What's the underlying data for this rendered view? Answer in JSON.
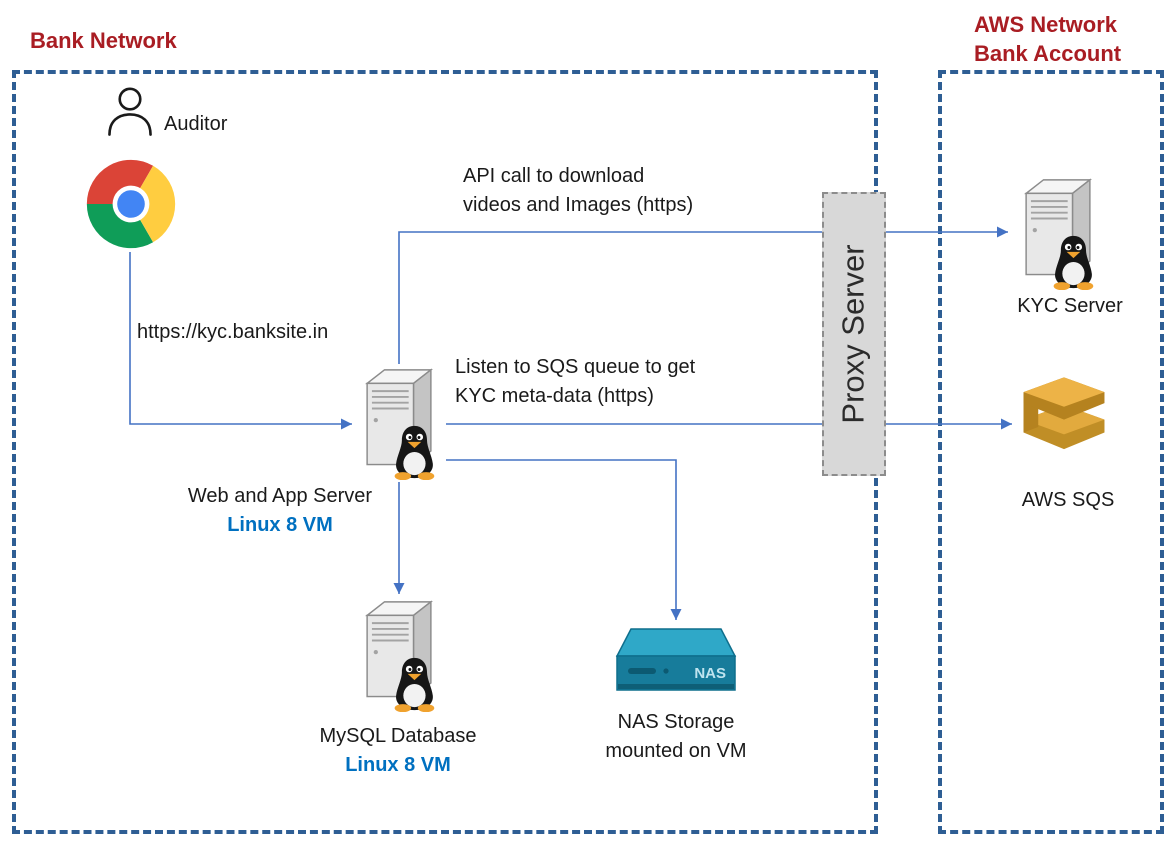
{
  "zones": {
    "bank_network": {
      "title": "Bank Network"
    },
    "aws_network": {
      "title_line1": "AWS Network",
      "title_line2": "Bank Account"
    }
  },
  "nodes": {
    "auditor": {
      "label": "Auditor"
    },
    "web_app_server": {
      "label": "Web and App Server",
      "sublabel": "Linux 8 VM"
    },
    "mysql_db": {
      "label": "MySQL Database",
      "sublabel": "Linux 8 VM"
    },
    "nas": {
      "label_line1": "NAS Storage",
      "label_line2": "mounted on VM",
      "device_text": "NAS"
    },
    "proxy": {
      "label": "Proxy Server"
    },
    "kyc_server": {
      "label": "KYC Server"
    },
    "aws_sqs": {
      "label": "AWS SQS"
    }
  },
  "flows": {
    "browser_to_server": {
      "label": "https://kyc.banksite.in"
    },
    "api_download": {
      "line1": "API call to download",
      "line2": "videos and Images (https)"
    },
    "sqs_listen": {
      "line1": "Listen to SQS queue to get",
      "line2": "KYC meta-data (https)"
    }
  },
  "colors": {
    "zone_title_red": "#A91D23",
    "zone_border_blue": "#2E5E94",
    "connector_blue": "#4472C4",
    "linux_vm_blue": "#0070C0",
    "proxy_fill_gray": "#D8D8D8",
    "nas_teal": "#2FA8C8",
    "sqs_gold": "#EDB347"
  }
}
